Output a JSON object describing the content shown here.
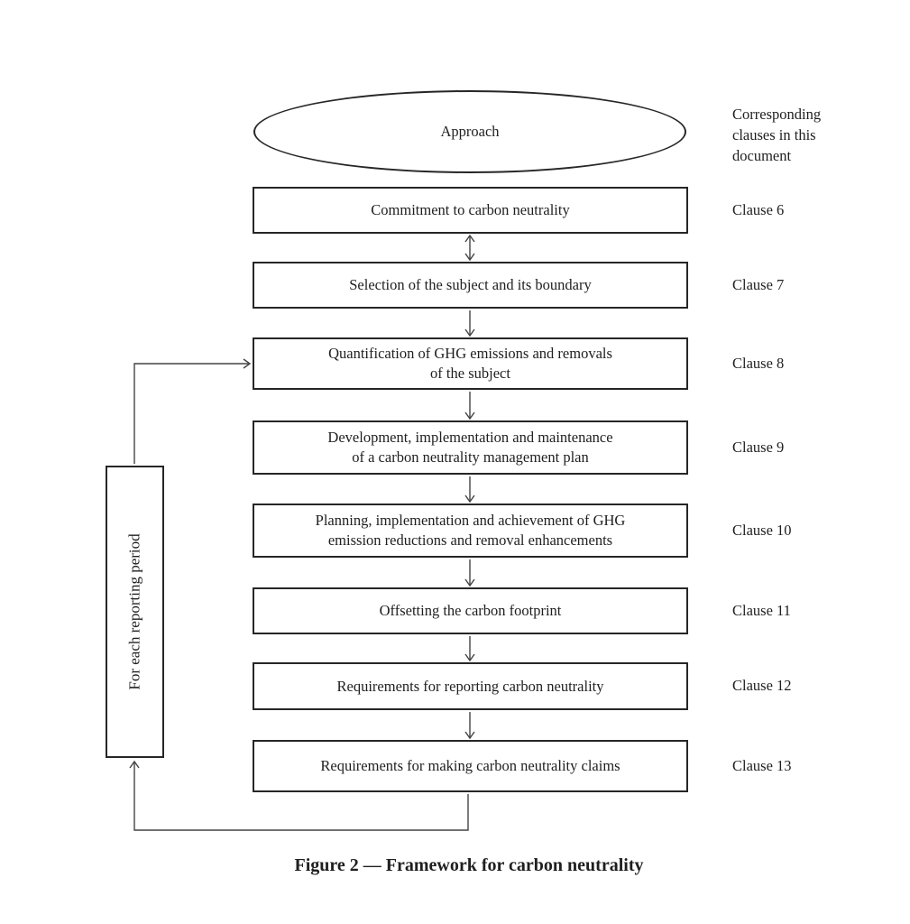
{
  "figure": {
    "ellipse_label": "Approach",
    "clauses_header": "Corresponding\nclauses in this\ndocument",
    "loop_label": "For each reporting period",
    "caption": "Figure 2 — Framework for carbon neutrality",
    "steps": [
      {
        "label": "Commitment to carbon neutrality",
        "clause": "Clause 6"
      },
      {
        "label": "Selection of the subject and its boundary",
        "clause": "Clause 7"
      },
      {
        "label": "Quantification of GHG emissions and removals\nof the subject",
        "clause": "Clause 8"
      },
      {
        "label": "Development, implementation and maintenance\nof a carbon neutrality management plan",
        "clause": "Clause 9"
      },
      {
        "label": "Planning, implementation and achievement of GHG\nemission reductions and removal enhancements",
        "clause": "Clause 10"
      },
      {
        "label": "Offsetting the carbon footprint",
        "clause": "Clause 11"
      },
      {
        "label": "Requirements for reporting carbon neutrality",
        "clause": "Clause 12"
      },
      {
        "label": "Requirements for making carbon neutrality claims",
        "clause": "Clause 13"
      }
    ],
    "colors": {
      "line": "#444444",
      "box_border": "#262626",
      "text": "#1f1f1f",
      "background": "#ffffff"
    }
  }
}
